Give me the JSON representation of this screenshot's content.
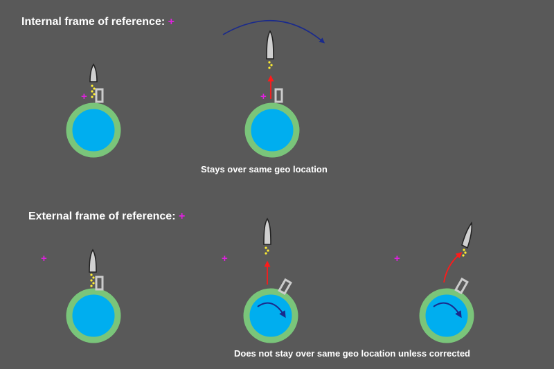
{
  "sections": {
    "internal": {
      "heading": "Internal frame of reference:",
      "marker": "+",
      "caption": "Stays over same geo location"
    },
    "external": {
      "heading": "External frame of reference:",
      "marker": "+",
      "caption": "Does not stay over same geo location unless corrected"
    }
  },
  "colors": {
    "background": "#595959",
    "planet_fill": "#00aeef",
    "planet_ring": "#7ac57a",
    "marker": "#e020e0",
    "thrust_arrow": "#ff1a1a",
    "rotation_arrow": "#1a2a8c",
    "exhaust": "#ffee33",
    "rocket": "#d0d0d0"
  }
}
